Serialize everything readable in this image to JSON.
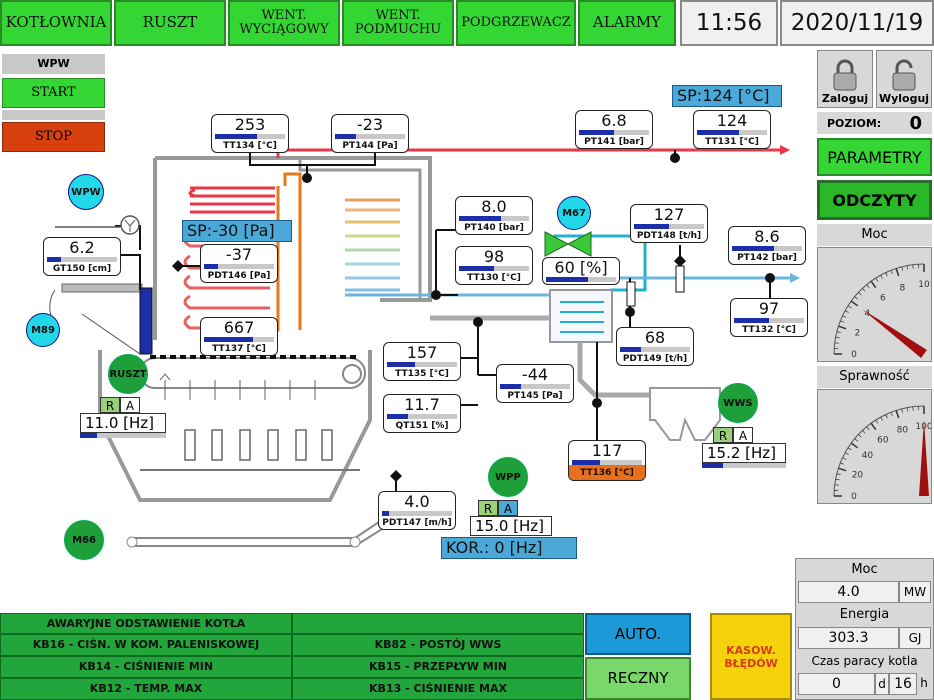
{
  "nav": {
    "kotlownia": "KOTŁOWNIA",
    "ruszt": "RUSZT",
    "went_wyciagowy_1": "WENT.",
    "went_wyciagowy_2": "WYCIĄGOWY",
    "went_podmuchu_1": "WENT.",
    "went_podmuchu_2": "PODMUCHU",
    "podgrzewacz": "PODGRZEWACZ",
    "alarmy": "ALARMY",
    "time": "11:56",
    "date": "2020/11/19"
  },
  "wpw_panel": {
    "title": "WPW",
    "start": "START",
    "stop": "STOP"
  },
  "setpoints": {
    "sp_top": "SP:124  [°C]",
    "sp_left": "SP:-30  [Pa]",
    "kor": "KOR.:   0  [Hz]"
  },
  "sensors": {
    "tt134": {
      "value": "253",
      "tag": "TT134 [°C]",
      "fill": 0.6
    },
    "pt144": {
      "value": "-23",
      "tag": "PT144 [Pa]",
      "fill": 0.3
    },
    "pt141": {
      "value": "6.8",
      "tag": "PT141 [bar]",
      "fill": 0.5
    },
    "tt131": {
      "value": "124",
      "tag": "TT131 [°C]",
      "fill": 0.6
    },
    "gt150": {
      "value": "6.2",
      "tag": "GT150 [cm]",
      "fill": 0.2
    },
    "pdt146": {
      "value": "-37",
      "tag": "PDT146 [Pa]",
      "fill": 0.2
    },
    "tt137": {
      "value": "667",
      "tag": "TT137 [°C]",
      "fill": 0.7
    },
    "pt140": {
      "value": "8.0",
      "tag": "PT140 [bar]",
      "fill": 0.6
    },
    "tt130": {
      "value": "98",
      "tag": "TT130 [°C]",
      "fill": 0.5
    },
    "zawor": {
      "value": "60  [%]",
      "tag": "",
      "fill": 0.6
    },
    "pdt148": {
      "value": "127",
      "tag": "PDT148 [t/h]",
      "fill": 0.5
    },
    "pt142": {
      "value": "8.6",
      "tag": "PT142 [bar]",
      "fill": 0.6
    },
    "tt132": {
      "value": "97",
      "tag": "TT132 [°C]",
      "fill": 0.5
    },
    "pdt149": {
      "value": "68",
      "tag": "PDT149 [t/h]",
      "fill": 0.3
    },
    "tt135": {
      "value": "157",
      "tag": "TT135 [°C]",
      "fill": 0.4
    },
    "pt145": {
      "value": "-44",
      "tag": "PT145 [Pa]",
      "fill": 0.3
    },
    "qt151": {
      "value": "11.7",
      "tag": "QT151 [%]",
      "fill": 0.3
    },
    "tt136": {
      "value": "117",
      "tag": "TT136 [°C]",
      "fill": 0.4
    },
    "pdt147": {
      "value": "4.0",
      "tag": "PDT147 [m/h]",
      "fill": 0.1
    }
  },
  "drives": {
    "ruszt": {
      "label": "RUSZT",
      "hz": "11.0 [Hz]"
    },
    "wws": {
      "label": "WWS",
      "hz": "15.2  [Hz]"
    },
    "wpp": {
      "label": "WPP",
      "hz": "15.0 [Hz]"
    },
    "r": "R",
    "a": "A"
  },
  "motors": {
    "wpw": "WPW",
    "m89": "M89",
    "m67": "M67",
    "m66": "M66"
  },
  "login": {
    "zaloguj": "Zaloguj",
    "wyloguj": "Wyloguj",
    "poziom_label": "POZIOM:",
    "poziom_value": "0"
  },
  "right_menu": {
    "parametry": "PARAMETRY",
    "odczyty": "ODCZYTY",
    "moc": "Moc",
    "sprawnosc": "Sprawność"
  },
  "gauge_moc": {
    "ticks": [
      "0",
      "2",
      "4",
      "6",
      "8",
      "10"
    ],
    "value": 4.0,
    "max": 10
  },
  "gauge_spr": {
    "ticks": [
      "0",
      "20",
      "40",
      "60",
      "80",
      "100"
    ],
    "value": 100,
    "max": 100
  },
  "bottom_stats": {
    "moc_label": "Moc",
    "moc_value": "4.0",
    "moc_unit": "MW",
    "energia_label": "Energia",
    "energia_value": "303.3",
    "energia_unit": "GJ",
    "czas_label": "Czas paracy kotla",
    "czas_d": "0",
    "d": "d",
    "czas_h": "16",
    "h": "h"
  },
  "alarms": {
    "a1": "AWARYJNE ODSTAWIENIE KOTŁA",
    "a2": "KB16 - CIŚN. W KOM. PALENISKOWEJ",
    "a3": "KB14 - CIŚNIENIE MIN",
    "a4": "KB12 - TEMP. MAX",
    "a5": "",
    "a6": "KB82 - POSTÓJ WWS",
    "a7": "KB15 - PRZEPŁYW MIN",
    "a8": "KB13 - CIŚNIENIE MAX"
  },
  "mode": {
    "auto": "AUTO.",
    "reczny": "RECZNY",
    "kasow_1": "KASOW.",
    "kasow_2": "BŁĘDÓW"
  },
  "colors": {
    "nav_green": "#33d633",
    "cyan": "#22d8e8",
    "motor_green": "#1e9f3a",
    "pipe_red": "#e8384a",
    "pipe_blue": "#6ab6e0",
    "orange": "#e87a1c"
  }
}
